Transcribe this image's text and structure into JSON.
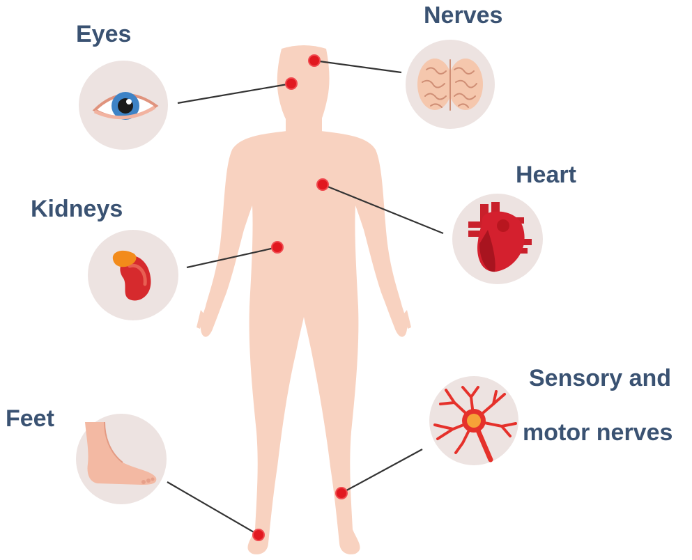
{
  "colors": {
    "label": "#3a5272",
    "skin": "#f8d2c0",
    "circle_bg": "#ede3e1",
    "marker": "#e1181f",
    "marker_ring": "#f04a4f",
    "connector": "#333333",
    "eye_iris": "#3e83c6",
    "brain": "#f5c7ad",
    "brain_line": "#cf8e75",
    "heart": "#d4202e",
    "heart_dark": "#a8141f",
    "kidney": "#d62a2d",
    "adrenal": "#f28b1b",
    "neuron": "#e5312b",
    "neuron_core": "#f6a238",
    "foot": "#f3b9a3"
  },
  "labels": {
    "eyes": "Eyes",
    "nerves": "Nerves",
    "heart": "Heart",
    "kidneys": "Kidneys",
    "feet": "Feet",
    "sensory_line1": "Sensory and",
    "sensory_line2": "motor nerves"
  },
  "icons": {
    "eyes": "eye-icon",
    "nerves": "brain-icon",
    "heart": "heart-icon",
    "kidneys": "kidney-icon",
    "feet": "foot-icon",
    "sensory": "neuron-icon"
  }
}
